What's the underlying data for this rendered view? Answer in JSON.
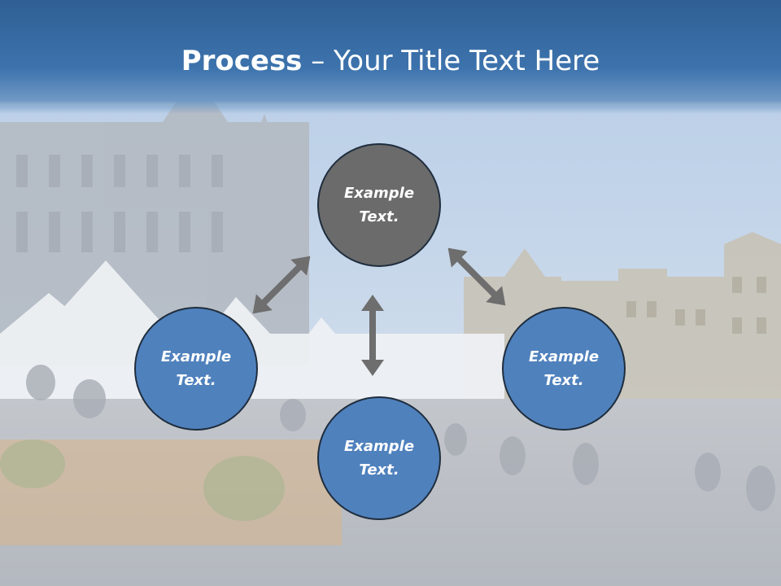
{
  "title": {
    "bold": "Process",
    "rest": " – Your Title Text Here"
  },
  "nodes": [
    {
      "label": "Example\nText.",
      "line1": "Example",
      "line2": "Text."
    },
    {
      "label": "Example\nText.",
      "line1": "Example",
      "line2": "Text."
    },
    {
      "label": "Example\nText.",
      "line1": "Example",
      "line2": "Text."
    },
    {
      "label": "Example\nText.",
      "line1": "Example",
      "line2": "Text."
    }
  ],
  "colors": {
    "header": "#3d73ad",
    "node_top": "#6b6b6b",
    "node_blue": "#4f81bd",
    "arrow": "#6e6e6e"
  }
}
